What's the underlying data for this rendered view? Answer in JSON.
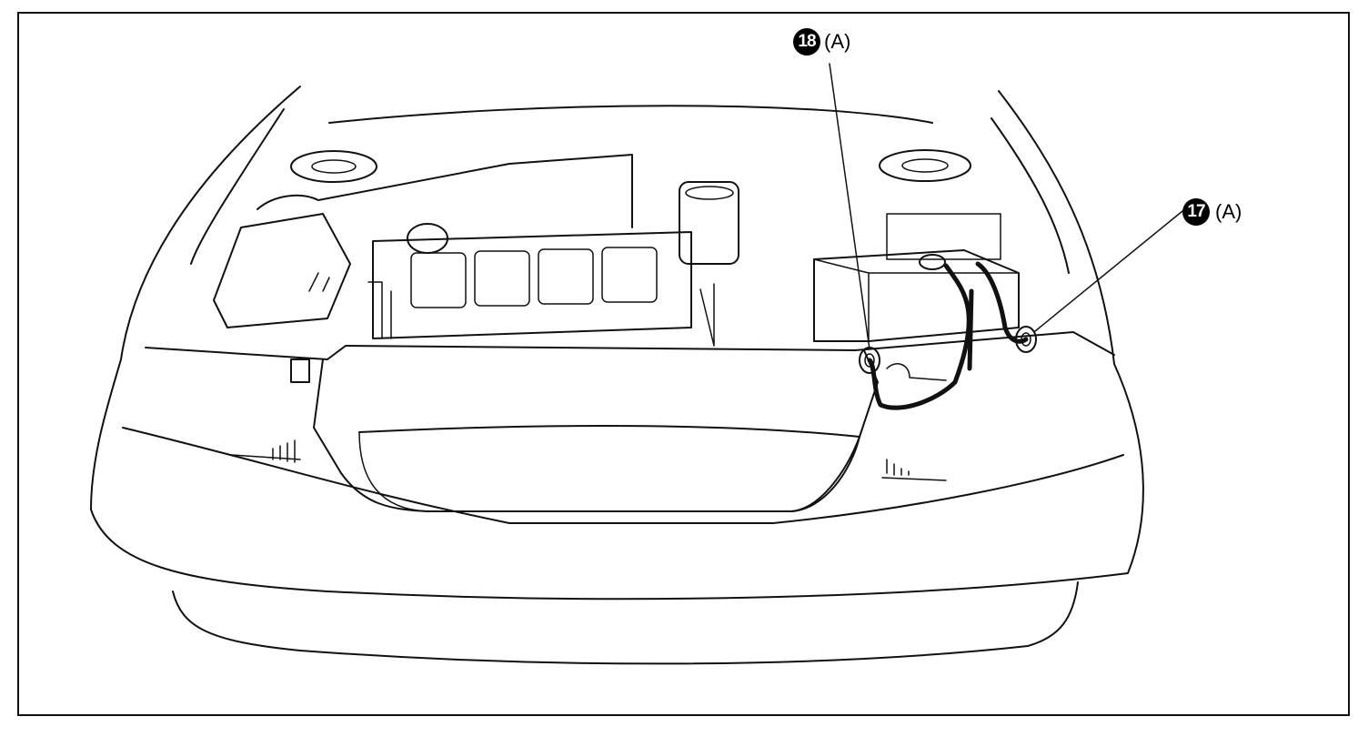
{
  "callouts": [
    {
      "id": "callout-18",
      "number": "18",
      "suffix": "(A)"
    },
    {
      "id": "callout-17",
      "number": "17",
      "suffix": "(A)"
    }
  ],
  "colors": {
    "ink": "#111111",
    "background": "#ffffff",
    "badge": "#000000"
  }
}
